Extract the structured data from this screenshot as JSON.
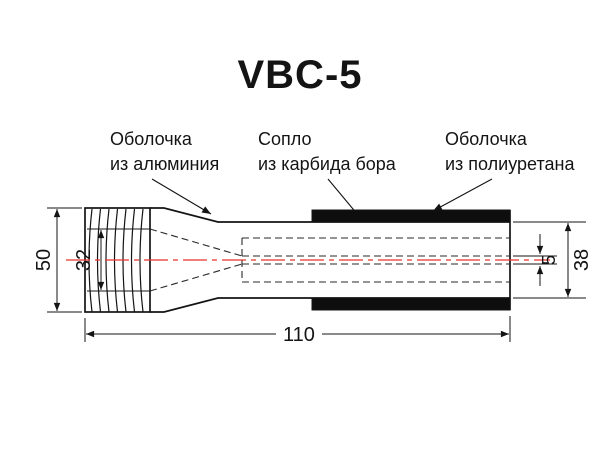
{
  "title": "VBC-5",
  "labels": {
    "aluminum": {
      "line1": "Оболочка",
      "line2": "из алюминия"
    },
    "carbide": {
      "line1": "Сопло",
      "line2": "из карбида бора"
    },
    "polyurethane": {
      "line1": "Оболочка",
      "line2": "из полиуретана"
    }
  },
  "dimensions": {
    "thread_outer_diameter": "50",
    "thread_bore_diameter": "32",
    "total_length": "110",
    "bore_diameter": "5",
    "body_diameter": "38"
  },
  "colors": {
    "centerline": "#e8332a",
    "band": "#0e0e0e"
  }
}
